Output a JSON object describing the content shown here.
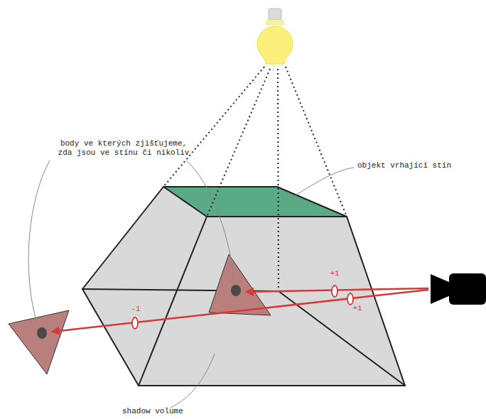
{
  "diagram": {
    "labels": [
      "body ve kterých zjišťujeme, zda jsou ve stínu či nikoliv",
      "objekt vrhající stín",
      "+1",
      "+1",
      "-1",
      "shadow volume"
    ]
  }
}
